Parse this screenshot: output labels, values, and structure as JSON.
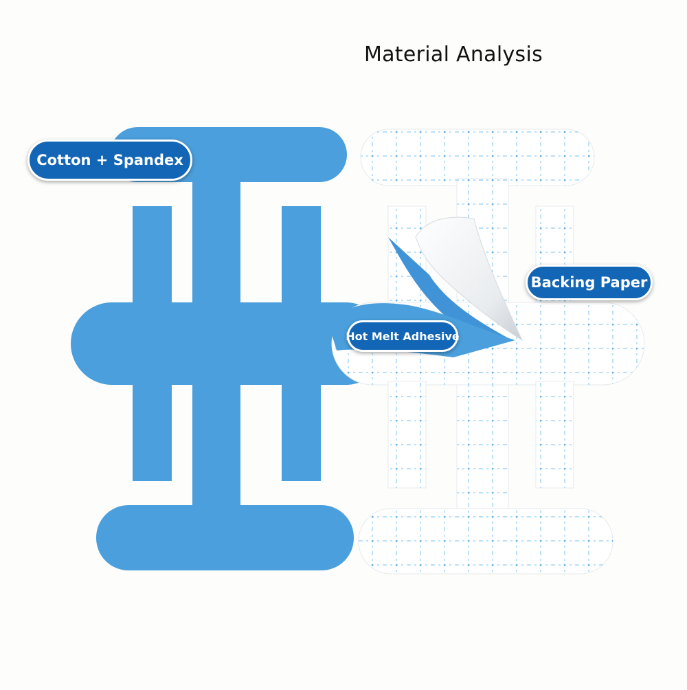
{
  "title": "Material Analysis",
  "labels": {
    "fabric": "Cotton + Spandex",
    "backing": "Backing Paper",
    "adhesive": "Hot Melt Adhesive"
  },
  "colors": {
    "tape_blue": "#4a9fdc",
    "tape_blue_dark": "#3585c6",
    "grid_blue": "#7cc3ef",
    "callout_blue": "#1266b5",
    "background": "#fdfdfb"
  },
  "icons": [
    "blue-kinesiology-tape-shape",
    "white-backing-paper-shape",
    "peeled-corner"
  ]
}
